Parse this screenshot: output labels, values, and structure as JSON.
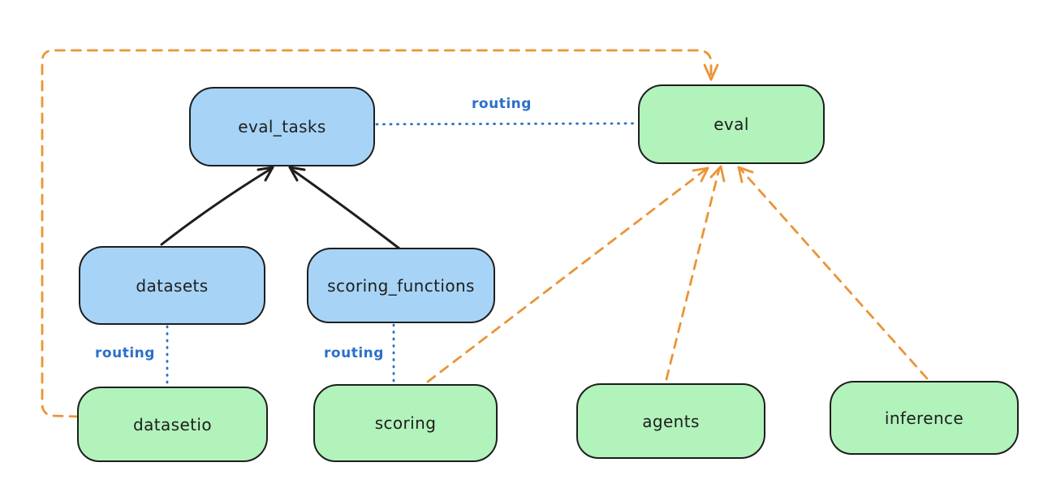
{
  "diagram": {
    "background": "#ffffff",
    "nodes": {
      "eval_tasks": {
        "label": "eval_tasks",
        "fill": "#a7d4f6"
      },
      "eval": {
        "label": "eval",
        "fill": "#b2f2bb"
      },
      "datasets": {
        "label": "datasets",
        "fill": "#a7d4f6"
      },
      "scoring_functions": {
        "label": "scoring_functions",
        "fill": "#a7d4f6"
      },
      "datasetio": {
        "label": "datasetio",
        "fill": "#b2f2bb"
      },
      "scoring": {
        "label": "scoring",
        "fill": "#b2f2bb"
      },
      "agents": {
        "label": "agents",
        "fill": "#b2f2bb"
      },
      "inference": {
        "label": "inference",
        "fill": "#b2f2bb"
      }
    },
    "edges": [
      {
        "from": "datasets",
        "to": "eval_tasks",
        "style": "solid-arrow",
        "color": "#1e1e1e"
      },
      {
        "from": "scoring_functions",
        "to": "eval_tasks",
        "style": "solid-arrow",
        "color": "#1e1e1e"
      },
      {
        "from": "eval_tasks",
        "to": "eval",
        "style": "dotted",
        "color": "#2b70c8",
        "label": "routing"
      },
      {
        "from": "datasets",
        "to": "datasetio",
        "style": "dotted",
        "color": "#2b70c8",
        "label": "routing"
      },
      {
        "from": "scoring_functions",
        "to": "scoring",
        "style": "dotted",
        "color": "#2b70c8",
        "label": "routing"
      },
      {
        "from": "datasetio",
        "to": "eval",
        "style": "dashed-arrow",
        "color": "#eb9437"
      },
      {
        "from": "scoring",
        "to": "eval",
        "style": "dashed-arrow",
        "color": "#eb9437"
      },
      {
        "from": "agents",
        "to": "eval",
        "style": "dashed-arrow",
        "color": "#eb9437"
      },
      {
        "from": "inference",
        "to": "eval",
        "style": "dashed-arrow",
        "color": "#eb9437"
      }
    ],
    "colors": {
      "node_border": "#1e1e1e",
      "blue_node_fill": "#a7d4f6",
      "green_node_fill": "#b2f2bb",
      "routing_line": "#2b70c8",
      "provider_arrow": "#eb9437",
      "dependency_arrow": "#1e1e1e"
    }
  }
}
